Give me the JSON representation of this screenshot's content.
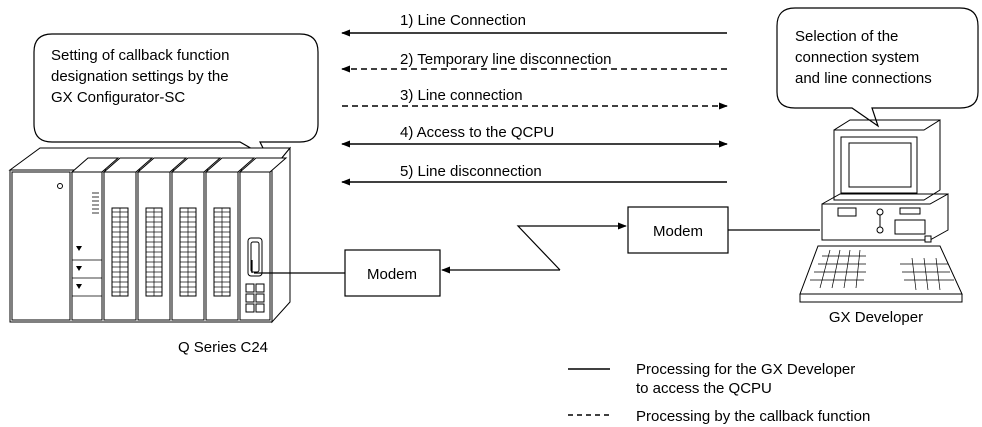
{
  "callout_left": {
    "lines": [
      "Setting of callback function",
      "designation settings by the",
      "GX Configurator-SC"
    ]
  },
  "callout_right": {
    "lines": [
      "Selection of the",
      "connection system",
      "and line connections"
    ]
  },
  "steps": [
    {
      "label": "1)  Line Connection",
      "style": "solid",
      "direction": "left"
    },
    {
      "label": "2)  Temporary line disconnection",
      "style": "dashed",
      "direction": "left"
    },
    {
      "label": "3)  Line connection",
      "style": "dashed",
      "direction": "right"
    },
    {
      "label": "4)  Access to the QCPU",
      "style": "solid",
      "direction": "both"
    },
    {
      "label": "5)  Line disconnection",
      "style": "solid",
      "direction": "left"
    }
  ],
  "modem_left": {
    "label": "Modem"
  },
  "modem_right": {
    "label": "Modem"
  },
  "device_left": {
    "label": "Q Series C24"
  },
  "device_right": {
    "label": "GX Developer"
  },
  "legend": {
    "solid_lines": [
      "Processing for the GX Developer",
      "to access the QCPU"
    ],
    "dashed_lines": [
      "Processing by the callback function"
    ]
  }
}
